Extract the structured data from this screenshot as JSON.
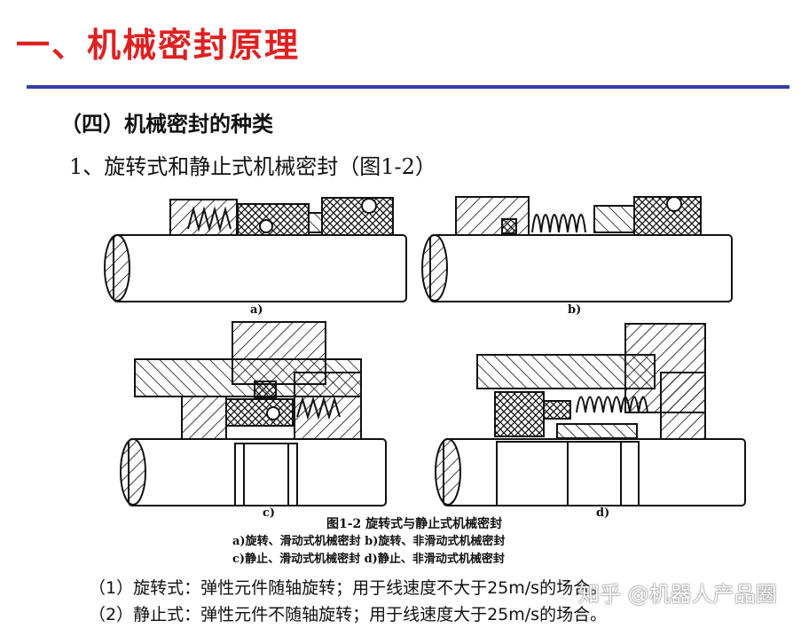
{
  "page_title": "一、机械密封原理",
  "section_title": "（四）机械密封的种类",
  "item_title": "1、旋转式和静止式机械密封（图1-2）",
  "figure": {
    "label_a": "a)",
    "label_b": "b)",
    "label_c": "c)",
    "label_d": "d)",
    "caption": "图1-2  旋转式与静止式机械密封",
    "legend_1": "a)旋转、滑动式机械密封   b)旋转、非滑动式机械密封",
    "legend_2": "c)静止、滑动式机械密封   d)静止、非滑动式机械密封"
  },
  "notes": [
    "（1）旋转式：弹性元件随轴旋转；用于线速度不大于25m/s的场合。",
    "（2）静止式：弹性元件不随轴旋转；用于线速度大于25m/s的场合。"
  ],
  "watermark": "知乎 @机器人产品圈",
  "colors": {
    "title": "#e02020",
    "rule": "#3a3aa6"
  }
}
